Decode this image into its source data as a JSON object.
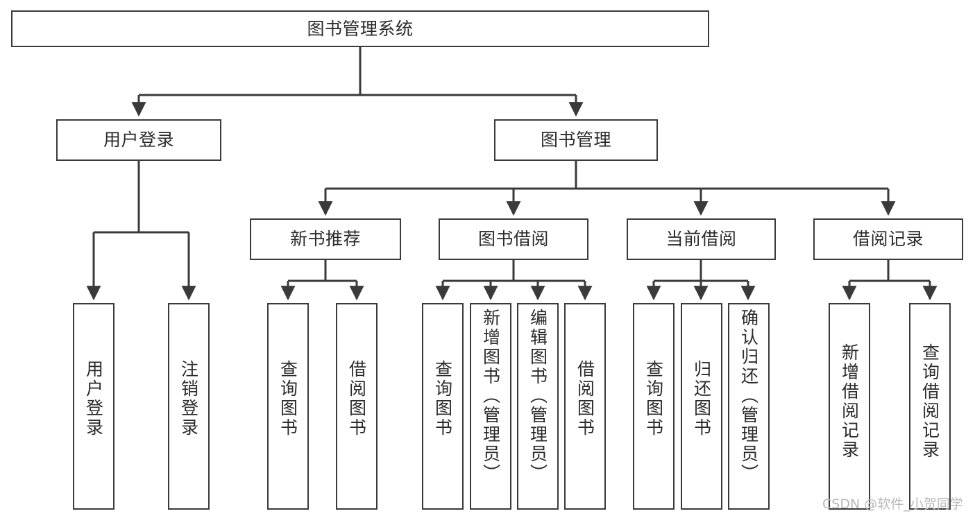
{
  "diagram": {
    "type": "tree",
    "title": "图书管理系统",
    "watermark": "CSDN @软件_小贺同学",
    "colors": {
      "background": "#ffffff",
      "node_border": "#3a3a3a",
      "node_fill": "#ffffff",
      "text": "#2b2b2b",
      "edge": "#3a3a3a",
      "watermark": "#b9b9b9"
    },
    "root": {
      "label": "图书管理系统"
    },
    "level2": [
      {
        "label": "用户登录"
      },
      {
        "label": "图书管理"
      }
    ],
    "level3": [
      {
        "label": "新书推荐"
      },
      {
        "label": "图书借阅"
      },
      {
        "label": "当前借阅"
      },
      {
        "label": "借阅记录"
      }
    ],
    "leaves": {
      "user_login": [
        {
          "label": "用户登录"
        },
        {
          "label": "注销登录"
        }
      ],
      "new_book": [
        {
          "label": "查询图书"
        },
        {
          "label": "借阅图书"
        }
      ],
      "book_borrow": [
        {
          "label": "查询图书"
        },
        {
          "label": "新增图书（管理员）"
        },
        {
          "label": "编辑图书（管理员）"
        },
        {
          "label": "借阅图书"
        }
      ],
      "current_borrow": [
        {
          "label": "查询图书"
        },
        {
          "label": "归还图书"
        },
        {
          "label": "确认归还（管理员）"
        }
      ],
      "borrow_record": [
        {
          "label": "新增借阅记录"
        },
        {
          "label": "查询借阅记录"
        }
      ]
    }
  }
}
